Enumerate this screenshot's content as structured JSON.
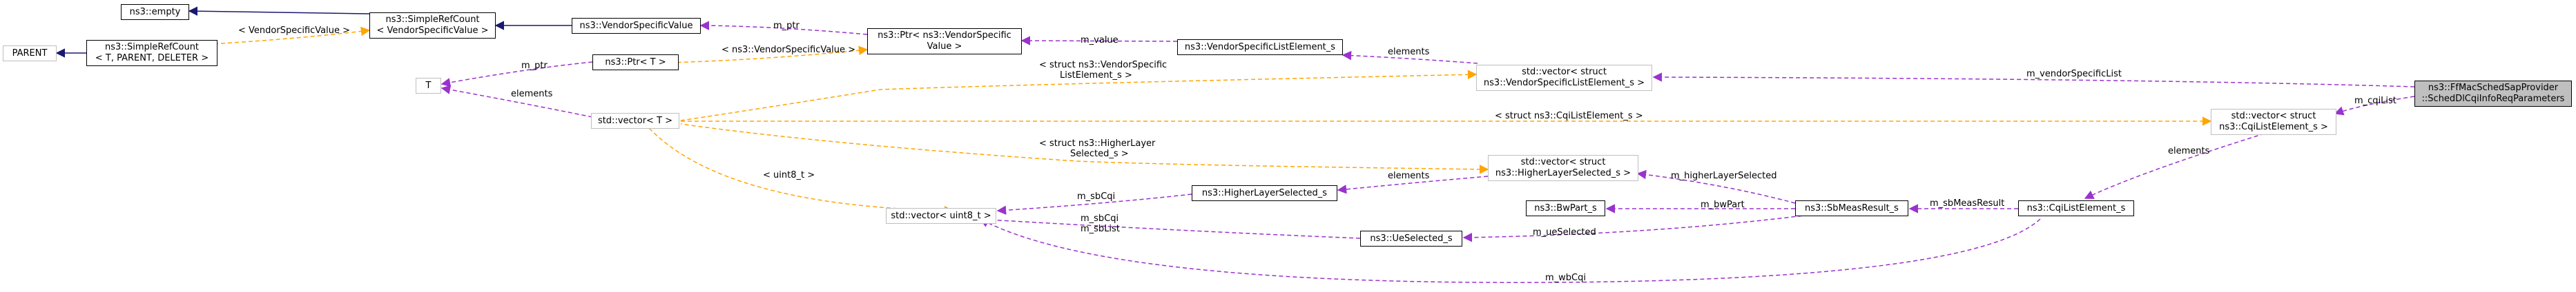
{
  "nodes": {
    "empty": "ns3::empty",
    "simple_ref_count_vs": [
      "ns3::SimpleRefCount",
      "< VendorSpecificValue >"
    ],
    "parent": "PARENT",
    "simple_ref_count_tpd": [
      "ns3::SimpleRefCount",
      "< T, PARENT, DELETER >"
    ],
    "vendor_specific_value": "ns3::VendorSpecificValue",
    "ptr_vendor_specific_value": [
      "ns3::Ptr< ns3::VendorSpecific",
      "Value >"
    ],
    "vendor_specific_list_element": "ns3::VendorSpecificListElement_s",
    "vector_vendor_specific": [
      "std::vector< struct",
      "ns3::VendorSpecificListElement_s >"
    ],
    "focus": [
      "ns3::FfMacSchedSapProvider",
      "::SchedDlCqiInfoReqParameters"
    ],
    "t": "T",
    "ptr_t": "ns3::Ptr< T >",
    "vector_t": "std::vector< T >",
    "vector_cqi": [
      "std::vector< struct",
      "ns3::CqiListElement_s >"
    ],
    "vector_higher_layer": [
      "std::vector< struct",
      "ns3::HigherLayerSelected_s >"
    ],
    "higher_layer_selected": "ns3::HigherLayerSelected_s",
    "vector_uint8": "std::vector< uint8_t >",
    "bw_part": "ns3::BwPart_s",
    "sb_meas_result": "ns3::SbMeasResult_s",
    "ue_selected": "ns3::UeSelected_s",
    "cqi_list_element": "ns3::CqiListElement_s"
  },
  "edge_labels": {
    "vendor_specific_value_tmpl": "< VendorSpecificValue >",
    "m_ptr_1": "m_ptr",
    "m_ptr_2": "m_ptr",
    "ptr_vsv_tmpl": "< ns3::VendorSpecificValue >",
    "m_value": "m_value",
    "elements_vs": "elements",
    "vs_tmpl": [
      "< struct ns3::VendorSpecific",
      "ListElement_s >"
    ],
    "m_vendor_specific_list": "m_vendorSpecificList",
    "elements_t": "elements",
    "cqi_tmpl": "< struct ns3::CqiListElement_s >",
    "m_cqi_list": "m_cqiList",
    "elements_cqi": "elements",
    "hl_tmpl": [
      "< struct ns3::HigherLayer",
      "Selected_s >"
    ],
    "elements_hl": "elements",
    "m_higher_layer_selected": "m_higherLayerSelected",
    "uint8_tmpl": "< uint8_t >",
    "m_sb_cqi": "m_sbCqi",
    "m_sb_cqi_list": [
      "m_sbCqi",
      "m_sbList"
    ],
    "m_bw_part": "m_bwPart",
    "m_ue_selected": "m_ueSelected",
    "m_sb_meas_result": "m_sbMeasResult",
    "m_wb_cqi": "m_wbCqi"
  },
  "colors": {
    "inheritance": "#191970",
    "usage": "#9a32cd",
    "template": "#ffa500",
    "focus_fill": "#bfbfbf",
    "gray_border": "#bfbfbf"
  }
}
